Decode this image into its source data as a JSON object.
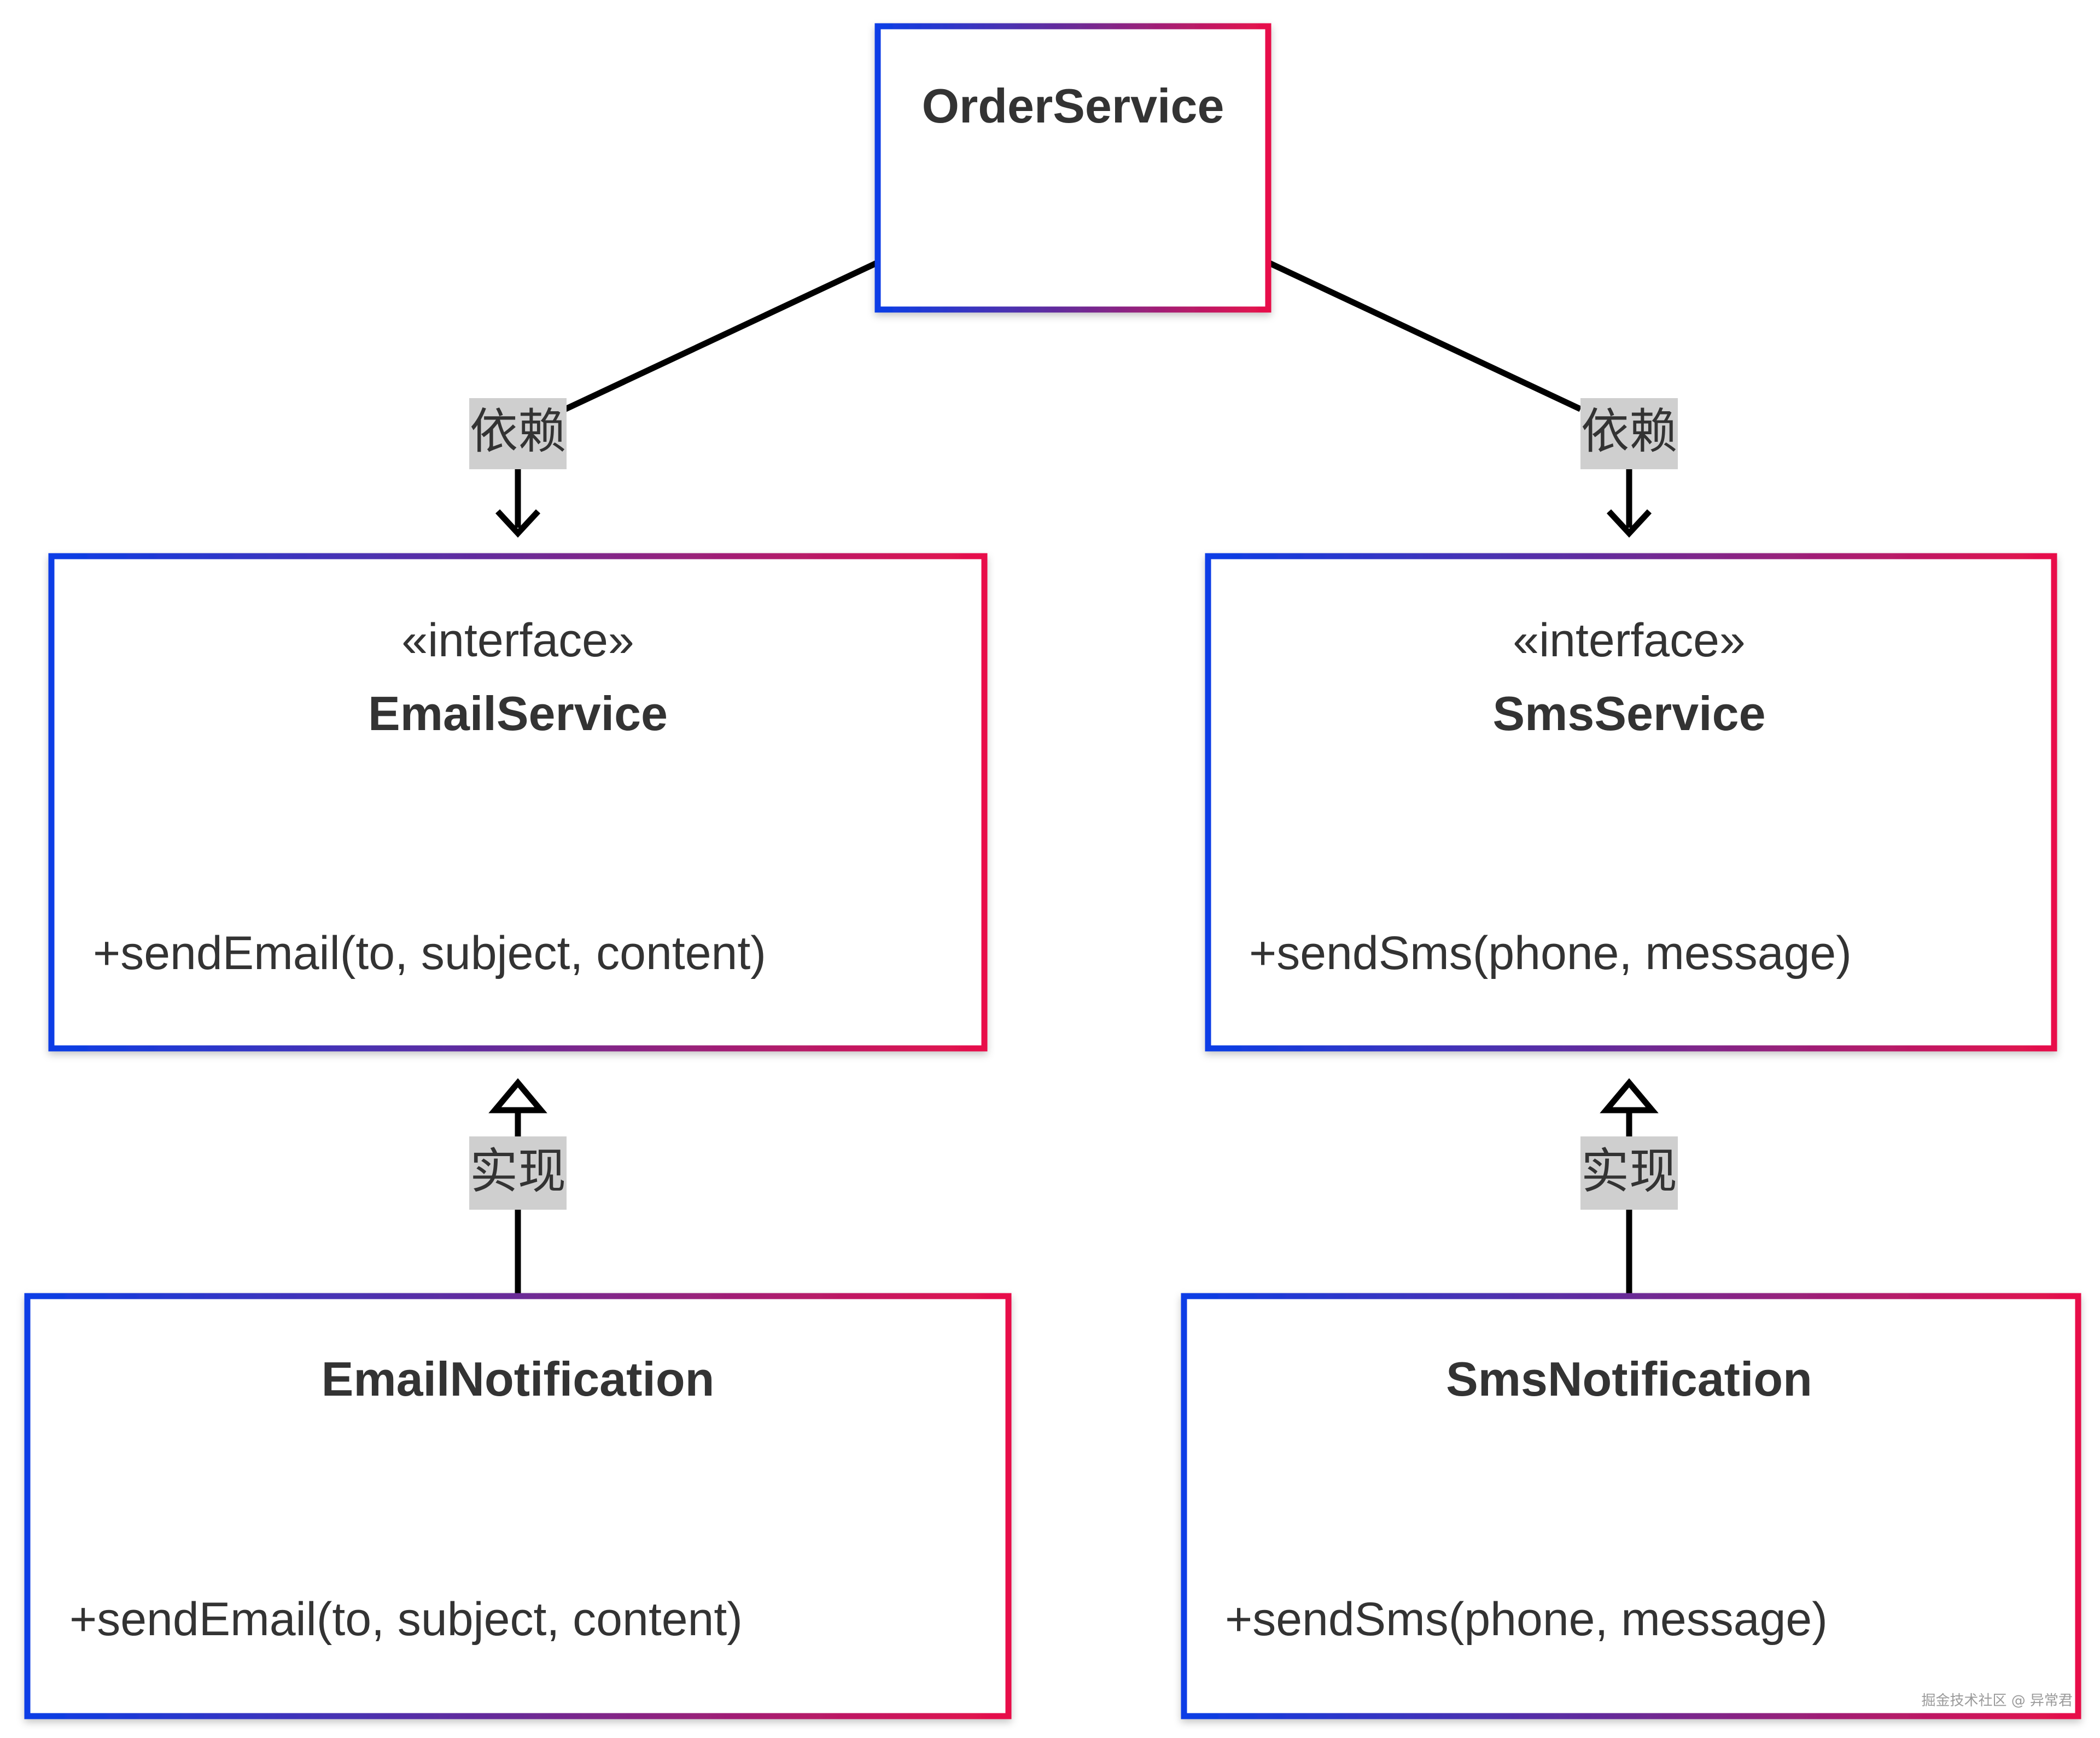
{
  "colors": {
    "gradient_start": "#0a3de6",
    "gradient_mid": "#6a2a96",
    "gradient_end": "#e8104a",
    "edge_line": "#000000",
    "label_background": "#cfcfcf",
    "text": "#333333"
  },
  "classes": {
    "order_service": {
      "title": "OrderService"
    },
    "email_service": {
      "stereotype": "«interface»",
      "title": "EmailService",
      "method": "+sendEmail(to, subject, content)"
    },
    "sms_service": {
      "stereotype": "«interface»",
      "title": "SmsService",
      "method": "+sendSms(phone, message)"
    },
    "email_notification": {
      "title": "EmailNotification",
      "method": "+sendEmail(to, subject, content)"
    },
    "sms_notification": {
      "title": "SmsNotification",
      "method": "+sendSms(phone, message)"
    }
  },
  "relations": {
    "order_to_email": {
      "label": "依赖",
      "type": "dependency"
    },
    "order_to_sms": {
      "label": "依赖",
      "type": "dependency"
    },
    "email_impl": {
      "label": "实现",
      "type": "realization"
    },
    "sms_impl": {
      "label": "实现",
      "type": "realization"
    }
  },
  "watermark": "掘金技术社区 @ 异常君"
}
